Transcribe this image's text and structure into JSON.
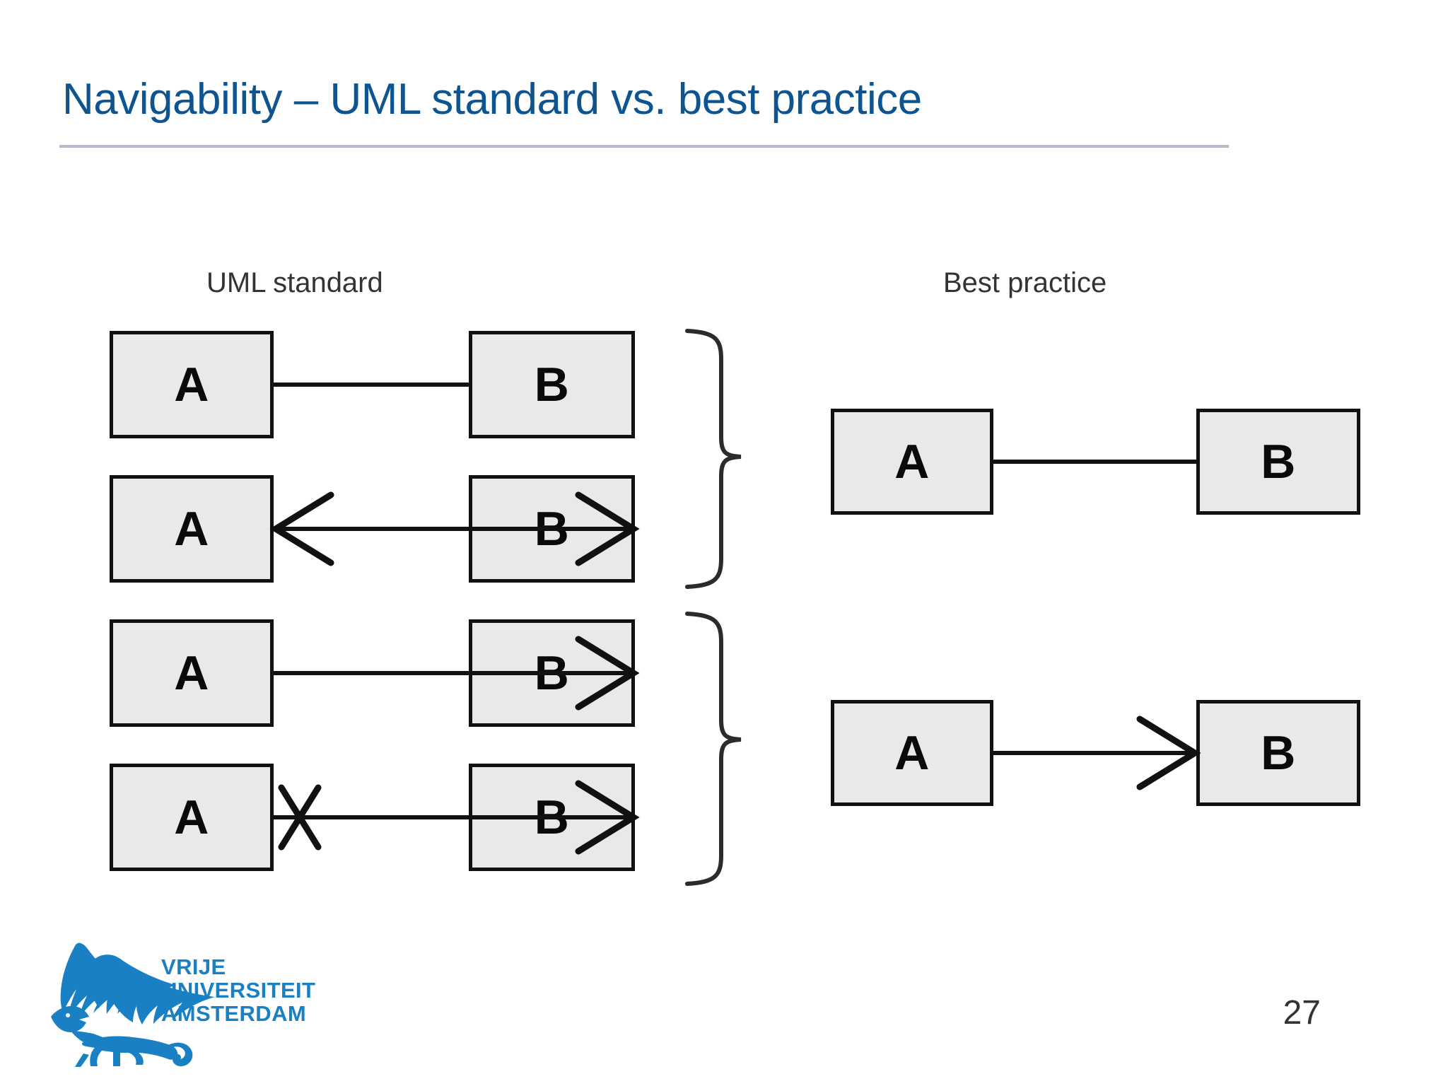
{
  "slide": {
    "title": "Navigability – UML standard vs. best practice",
    "page_number": "27",
    "title_color": "#0d5490",
    "rule_color": "#b7b9cc"
  },
  "columns": {
    "left_heading": "UML standard",
    "right_heading": "Best practice"
  },
  "diagram": {
    "box_fill": "#e8e9ea",
    "box_border": "#111111",
    "line_color": "#111111",
    "uml_standard_rows": [
      {
        "id": "row-plain-association",
        "source_label": "A",
        "target_label": "B",
        "connector": "plain-line",
        "description": "undirected association"
      },
      {
        "id": "row-bidirectional-arrows",
        "source_label": "A",
        "target_label": "B",
        "connector": "double-open-arrow",
        "description": "navigable in both directions"
      },
      {
        "id": "row-single-arrow",
        "source_label": "A",
        "target_label": "B",
        "connector": "single-open-arrow-right",
        "description": "navigable A to B"
      },
      {
        "id": "row-arrow-with-cross",
        "source_label": "A",
        "target_label": "B",
        "connector": "arrow-right-with-cross-at-source",
        "description": "navigable A to B, not navigable B to A"
      }
    ],
    "best_practice_rows": [
      {
        "id": "bp-row-plain-association",
        "source_label": "A",
        "target_label": "B",
        "connector": "plain-line"
      },
      {
        "id": "bp-row-single-arrow",
        "source_label": "A",
        "target_label": "B",
        "connector": "single-open-arrow-right"
      }
    ],
    "braces": [
      {
        "id": "brace-equivalent-undirected",
        "groups_rows": [
          1,
          2
        ],
        "maps_to": "bp-row-plain-association"
      },
      {
        "id": "brace-equivalent-directed",
        "groups_rows": [
          3,
          4
        ],
        "maps_to": "bp-row-single-arrow"
      }
    ]
  },
  "logo": {
    "line1": "VRIJE",
    "line2": "UNIVERSITEIT",
    "line3": "AMSTERDAM",
    "color": "#1a80c4",
    "mark": "griffin-icon"
  }
}
